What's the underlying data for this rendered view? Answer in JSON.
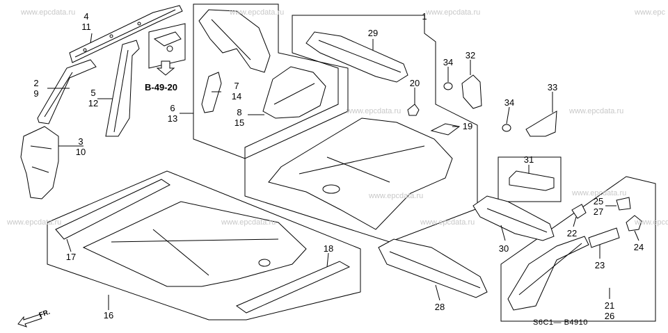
{
  "watermarks": [
    "www.epcdata.ru",
    "www.epcdata.ru",
    "www.epcdata.ru",
    "www.epc",
    "www.epcdata.ru",
    "www.epcdata.ru",
    "www.epcdata.ru",
    "www.epcdata.ru",
    "www.epcdata.ru",
    "www.epcdata.ru",
    "www.epcdata.ru",
    "www.epcdata.ru"
  ],
  "reference": "B-49-20",
  "diagram_code": "S6C1— B4910",
  "direction": "FR.",
  "callouts": [
    {
      "id": "c4-11",
      "text": "4\n11"
    },
    {
      "id": "c2-9",
      "text": "2\n9"
    },
    {
      "id": "c5-12",
      "text": "5\n12"
    },
    {
      "id": "c3-10",
      "text": "3\n10"
    },
    {
      "id": "c6-13",
      "text": "6\n13"
    },
    {
      "id": "c7-14",
      "text": "7\n14"
    },
    {
      "id": "c8-15",
      "text": "8\n15"
    },
    {
      "id": "c1",
      "text": "1"
    },
    {
      "id": "c29",
      "text": "29"
    },
    {
      "id": "c34a",
      "text": "34"
    },
    {
      "id": "c32",
      "text": "32"
    },
    {
      "id": "c20",
      "text": "20"
    },
    {
      "id": "c19",
      "text": "19"
    },
    {
      "id": "c34b",
      "text": "34"
    },
    {
      "id": "c33",
      "text": "33"
    },
    {
      "id": "c31",
      "text": "31"
    },
    {
      "id": "c25-27",
      "text": "25\n27"
    },
    {
      "id": "c22",
      "text": "22"
    },
    {
      "id": "c30",
      "text": "30"
    },
    {
      "id": "c24",
      "text": "24"
    },
    {
      "id": "c23",
      "text": "23"
    },
    {
      "id": "c17",
      "text": "17"
    },
    {
      "id": "c18",
      "text": "18"
    },
    {
      "id": "c16",
      "text": "16"
    },
    {
      "id": "c28",
      "text": "28"
    },
    {
      "id": "c21-26",
      "text": "21\n26"
    }
  ]
}
